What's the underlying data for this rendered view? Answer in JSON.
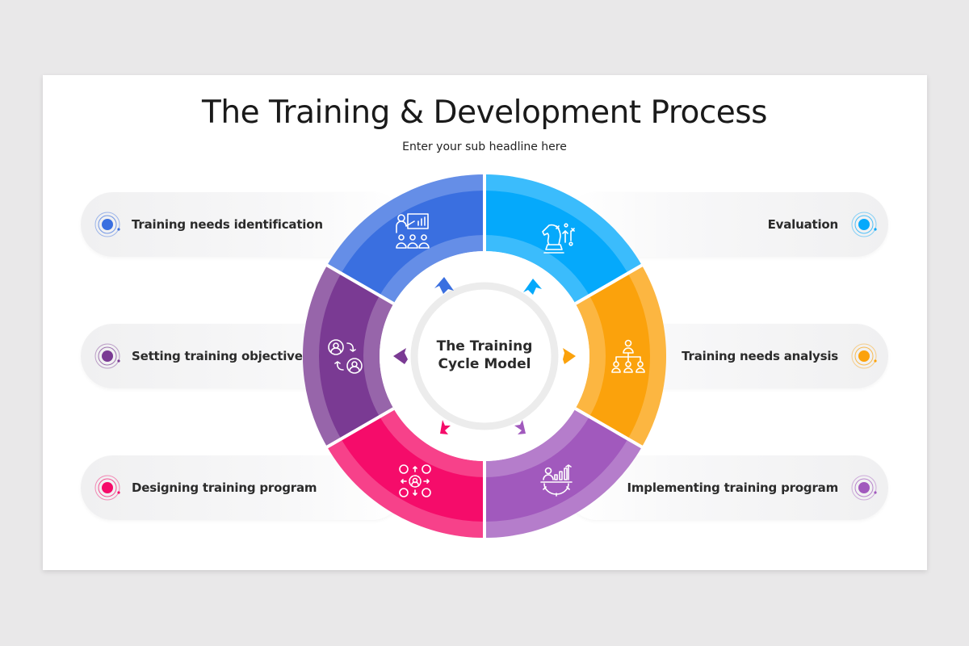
{
  "slide": {
    "title": "The Training & Development Process",
    "subtitle": "Enter your sub headline here"
  },
  "center": {
    "line1": "The Training",
    "line2": "Cycle Model"
  },
  "steps": [
    {
      "label": "Training needs identification",
      "color": "#3a6fe0",
      "icon": "presentation-teacher-icon",
      "side": "left"
    },
    {
      "label": "Evaluation",
      "color": "#05a9fb",
      "icon": "chess-knight-strategy-icon",
      "side": "right"
    },
    {
      "label": "Training needs analysis",
      "color": "#fba20c",
      "icon": "org-chart-hierarchy-icon",
      "side": "right"
    },
    {
      "label": "Implementing training program",
      "color": "#a159bd",
      "icon": "gear-growth-chart-icon",
      "side": "right"
    },
    {
      "label": "Designing training program",
      "color": "#f50c6a",
      "icon": "team-network-gear-icon",
      "side": "left"
    },
    {
      "label": "Setting training objectives",
      "color": "#7a3a93",
      "icon": "user-exchange-icon",
      "side": "left"
    }
  ],
  "colors": {
    "background": "#e9e8e9",
    "slide": "#ffffff",
    "blue": "#3a6fe0",
    "cyan": "#05a9fb",
    "orange": "#fba20c",
    "violet": "#a159bd",
    "pink": "#f50c6a",
    "purple": "#7a3a93"
  }
}
